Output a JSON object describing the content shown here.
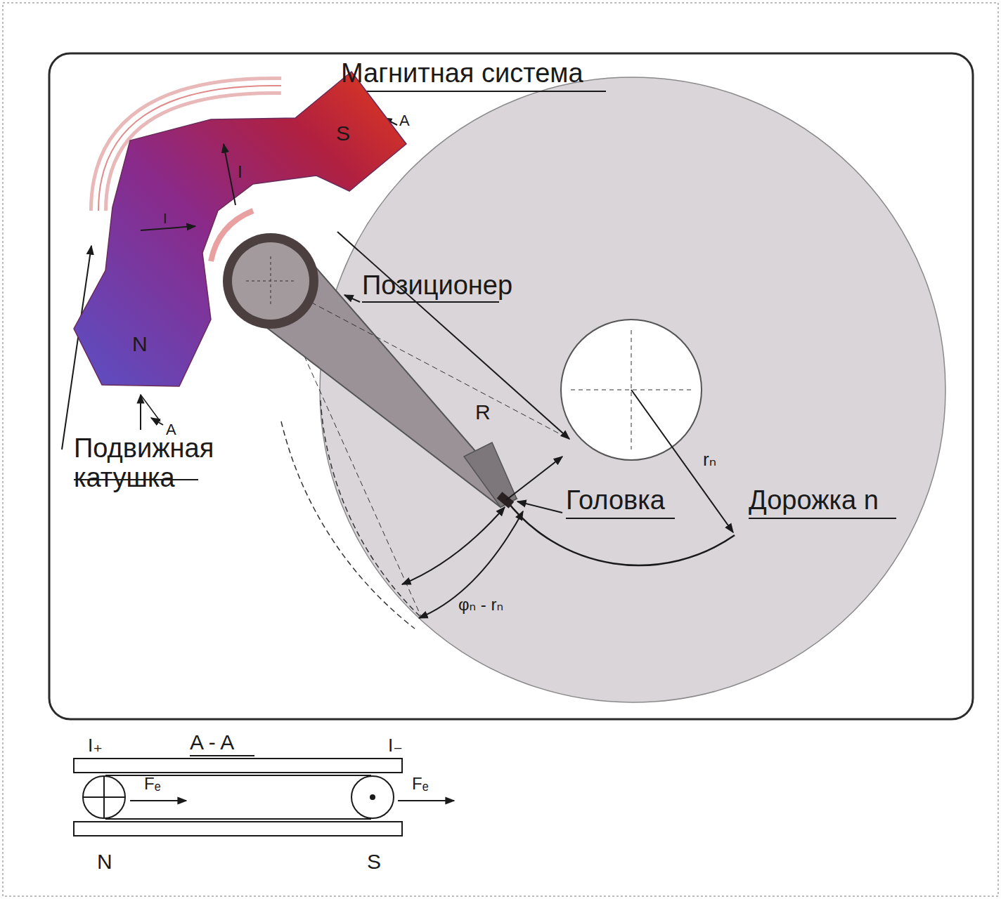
{
  "diagram": {
    "nodes": [
      {
        "text": [
          "S",
          "N"
        ]
      }
    ],
    "labels": [
      "Магнитная система",
      "A",
      "I",
      "I",
      "A",
      "Подвижная катушка",
      "Позиционер",
      "R",
      "Головка",
      "rₙ",
      "Дорожка n",
      "φₙ - rₙ",
      "I₊",
      "A - A",
      "I₋",
      "Fₑ",
      "Fₑ",
      "N",
      "S"
    ]
  }
}
